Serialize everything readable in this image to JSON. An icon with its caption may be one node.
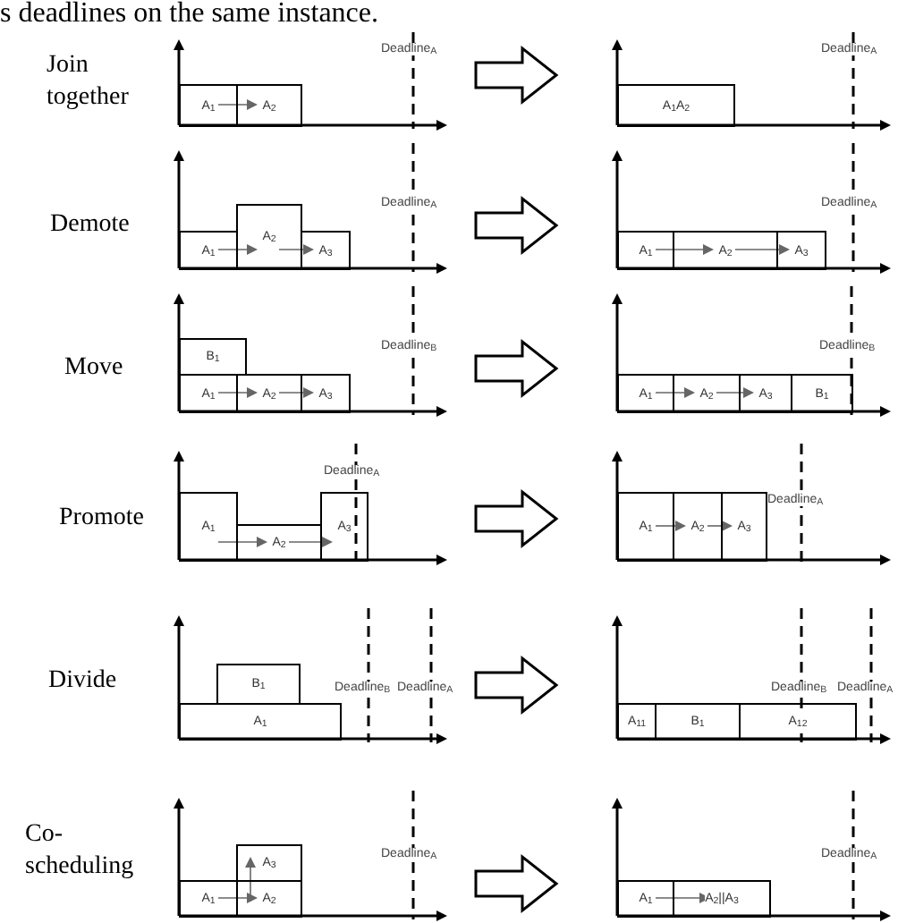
{
  "diagram": {
    "nodes": [
      {
        "text": [
          "A$_{1}$"
        ]
      },
      {
        "text": [
          "A$_{2}$"
        ]
      },
      {
        "text": [
          "A$_{1}$A$_{2}$"
        ]
      },
      {
        "text": [
          "A$_{1}$"
        ]
      },
      {
        "text": [
          "A$_{2}$"
        ]
      },
      {
        "text": [
          "A$_{3}$"
        ]
      },
      {
        "text": [
          "A$_{1}$"
        ]
      },
      {
        "text": [
          "A$_{2}$"
        ]
      },
      {
        "text": [
          "A$_{3}$"
        ]
      },
      {
        "text": [
          "B$_{1}$"
        ]
      },
      {
        "text": [
          "A$_{1}$"
        ]
      },
      {
        "text": [
          "A$_{2}$"
        ]
      },
      {
        "text": [
          "A$_{3}$"
        ]
      },
      {
        "text": [
          "A$_{1}$"
        ]
      },
      {
        "text": [
          "A$_{2}$"
        ]
      },
      {
        "text": [
          "A$_{3}$"
        ]
      },
      {
        "text": [
          "B$_{1}$"
        ]
      },
      {
        "text": [
          "A$_{1}$"
        ]
      },
      {
        "text": [
          "A$_{2}$"
        ]
      },
      {
        "text": [
          "A$_{3}$"
        ]
      },
      {
        "text": [
          "A$_{1}$"
        ]
      },
      {
        "text": [
          "A$_{2}$"
        ]
      },
      {
        "text": [
          "A$_{3}$"
        ]
      },
      {
        "text": [
          "B$_{1}$"
        ]
      },
      {
        "text": [
          "A$_{1}$"
        ]
      },
      {
        "text": [
          "A$_{11}$"
        ]
      },
      {
        "text": [
          "B$_{1}$"
        ]
      },
      {
        "text": [
          "A$_{12}$"
        ]
      },
      {
        "text": [
          "A$_{3}$"
        ]
      },
      {
        "text": [
          "A$_{1}$"
        ]
      },
      {
        "text": [
          "A$_{2}$"
        ]
      },
      {
        "text": [
          "A$_{1}$"
        ]
      },
      {
        "text": [
          "A$_{2}$||A$_{3}$"
        ]
      }
    ],
    "edges": [
      {
        "from": 0,
        "to": 1,
        "arrow": "to"
      },
      {
        "from": 3,
        "to": 4,
        "arrow": "to"
      },
      {
        "from": 4,
        "to": 5,
        "arrow": "to"
      },
      {
        "from": 6,
        "to": 7,
        "arrow": "to"
      },
      {
        "from": 7,
        "to": 8,
        "arrow": "to"
      },
      {
        "from": 10,
        "to": 11,
        "arrow": "to"
      },
      {
        "from": 11,
        "to": 12,
        "arrow": "to"
      },
      {
        "from": 13,
        "to": 14,
        "arrow": "to"
      },
      {
        "from": 14,
        "to": 15,
        "arrow": "to"
      },
      {
        "from": 17,
        "to": 18,
        "arrow": "to"
      },
      {
        "from": 18,
        "to": 19,
        "arrow": "to"
      },
      {
        "from": 20,
        "to": 21,
        "arrow": "to"
      },
      {
        "from": 21,
        "to": 22,
        "arrow": "to"
      },
      {
        "from": 29,
        "to": 30,
        "arrow": "to"
      },
      {
        "from": 30,
        "to": 28,
        "arrow": "to"
      },
      {
        "from": 31,
        "to": 32,
        "arrow": "to"
      }
    ],
    "labels": [
      "s deadlines on the same instance.",
      "Join together",
      "Deadline$_{A}$",
      "Deadline$_{A}$",
      "Demote",
      "Deadline$_{A}$",
      "Deadline$_{A}$",
      "Move",
      "Deadline$_{B}$",
      "Deadline$_{B}$",
      "Promote",
      "Deadline$_{A}$",
      "Deadline$_{A}$",
      "Divide",
      "Deadline$_{B}$",
      "Deadline$_{A}$",
      "Deadline$_{B}$",
      "Deadline$_{A}$",
      "Co- scheduling",
      "Deadline$_{A}$",
      "Deadline$_{A}$"
    ]
  }
}
